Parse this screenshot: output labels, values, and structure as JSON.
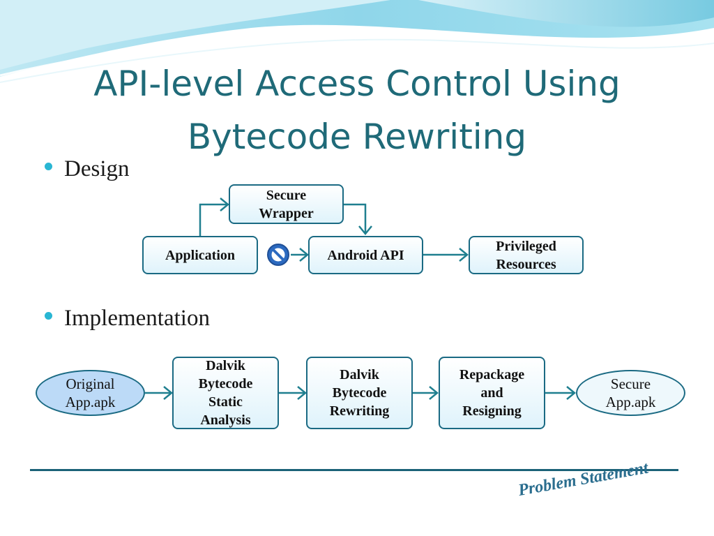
{
  "slide": {
    "title_line1": "API-level Access Control Using",
    "title_line2": "Bytecode Rewriting",
    "footer": "Problem Statement"
  },
  "bullets": {
    "design": "Design",
    "implementation": "Implementation"
  },
  "design_diagram": {
    "secure_wrapper": "Secure\nWrapper",
    "application": "Application",
    "android_api": "Android API",
    "privileged_resources": "Privileged\nResources"
  },
  "implementation_diagram": {
    "original_apk": "Original\nApp.apk",
    "static_analysis": "Dalvik\nBytecode\nStatic\nAnalysis",
    "rewriting": "Dalvik\nBytecode\nRewriting",
    "repackage": "Repackage\nand\nResigning",
    "secure_apk": "Secure\nApp.apk"
  },
  "colors": {
    "title": "#1f6a78",
    "accent": "#29b6d3",
    "border": "#1a6a83",
    "oval_original": "#bcdaf7"
  },
  "icons": {
    "blocked": "no-entry-icon"
  }
}
